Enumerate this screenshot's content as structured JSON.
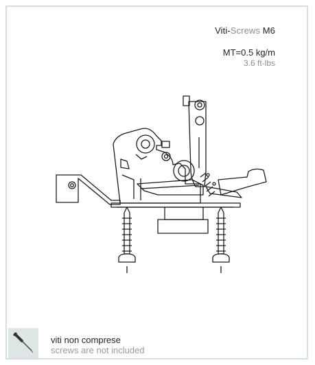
{
  "header": {
    "title_prefix": "Viti-",
    "title_accent": "Screws",
    "title_suffix": " M6",
    "torque_metric": "MT=0.5 kg/m",
    "torque_imperial": "3.6 ft-lbs"
  },
  "footer": {
    "icon": "screwdriver-icon",
    "note_it": "viti non comprese",
    "note_en": "screws are not included"
  },
  "colors": {
    "border": "#d4dfe0",
    "icon_bg": "#dde5e5",
    "muted_text": "#8d8d8d",
    "line": "#1a1a1a"
  }
}
